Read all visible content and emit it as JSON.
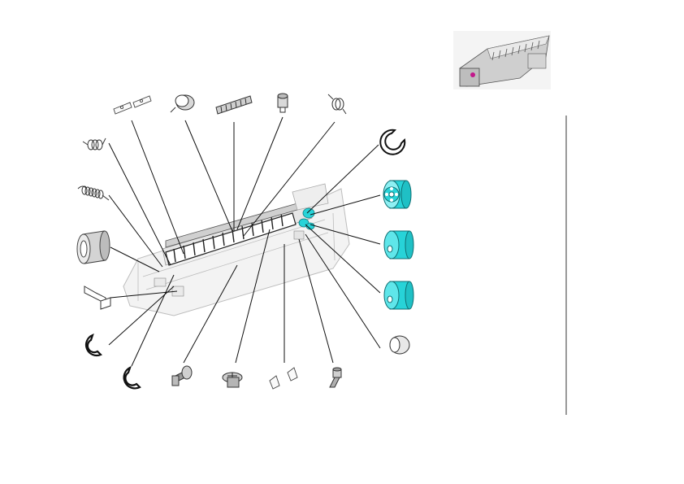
{
  "diagram": {
    "type": "exploded-parts-view",
    "colors": {
      "line": "#1a1a1a",
      "part_gray": "#d9d9d9",
      "part_dark": "#8a8a8a",
      "roller_cyan": "#27d3d8",
      "roller_cyan_dark": "#16a9ae",
      "assembly_fill": "#f2f2f2",
      "accent_magenta": "#c2188b"
    },
    "parts": [
      "spring-small-top",
      "sensor-clips",
      "solenoid-cap",
      "gear-rack",
      "screw-post",
      "spring-torsion",
      "e-ring-large",
      "roller-cyan-hub",
      "roller-cyan-1",
      "roller-cyan-2",
      "cap-white",
      "spring-tension",
      "roller-gray",
      "bracket",
      "e-ring-left",
      "e-ring-bottom",
      "pin-1",
      "screw-bottom",
      "clips-bottom",
      "bolt-bottom"
    ]
  }
}
